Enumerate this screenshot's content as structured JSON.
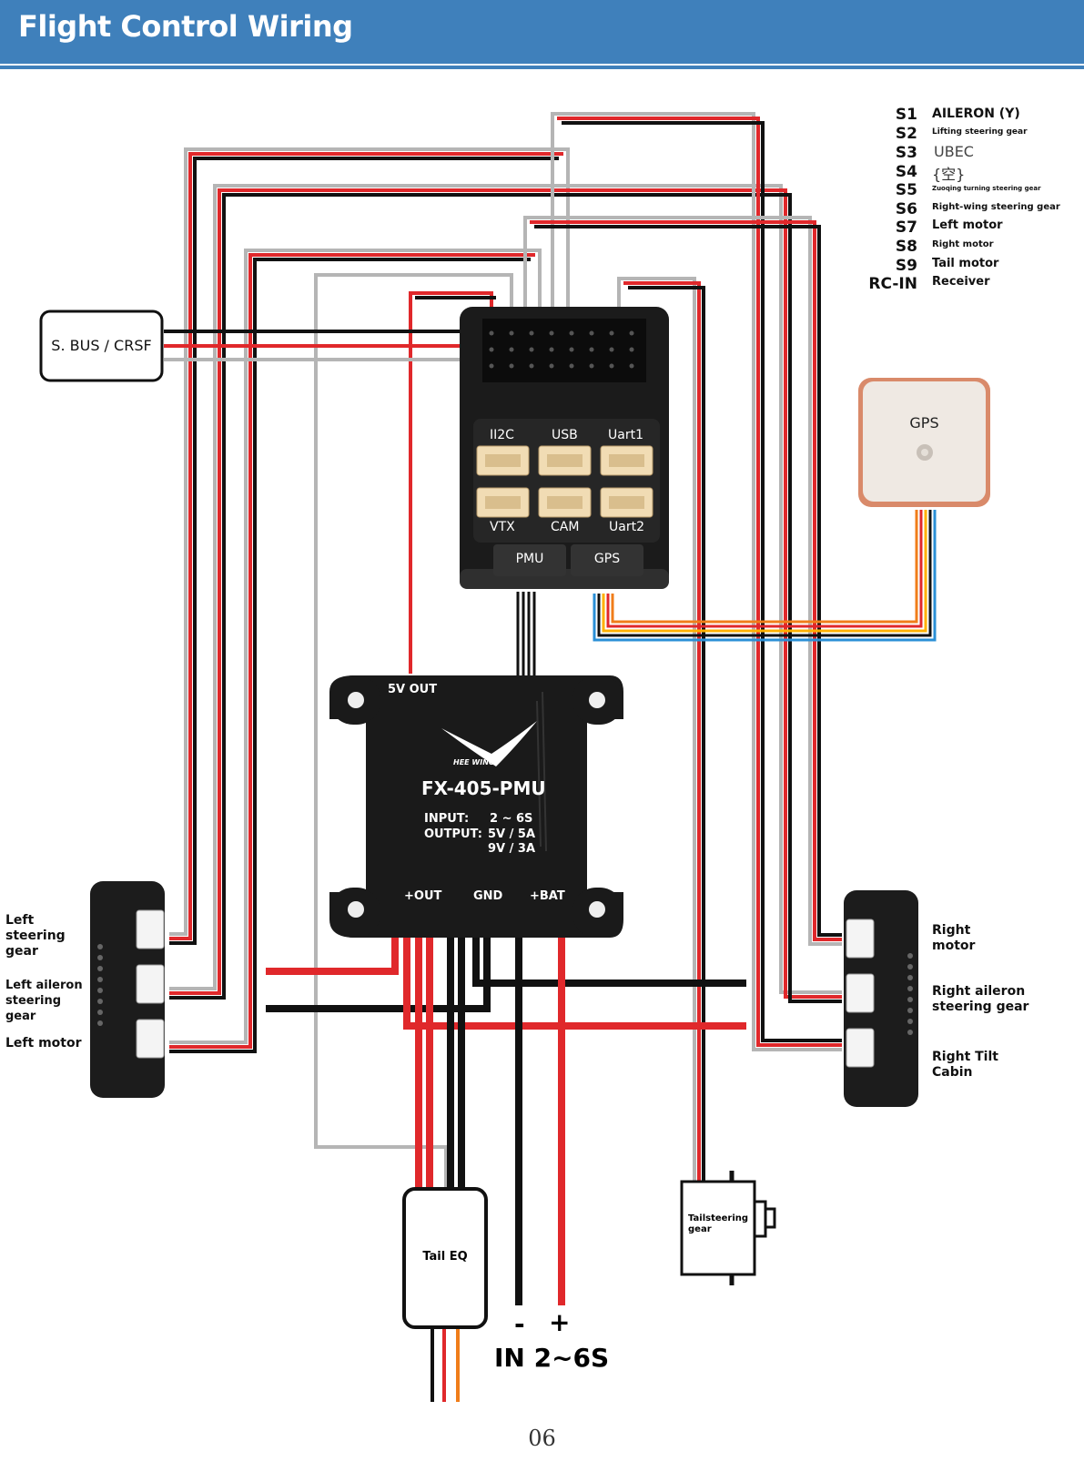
{
  "header": {
    "title": "Flight Control Wiring"
  },
  "legend": [
    {
      "code": "S1",
      "desc": "AILERON (Y)"
    },
    {
      "code": "S2",
      "desc": "Lifting steering gear"
    },
    {
      "code": "S3",
      "desc": "UBEC"
    },
    {
      "code": "S4",
      "desc": "{空}"
    },
    {
      "code": "S5",
      "desc": "Zuoqing turning steering gear"
    },
    {
      "code": "S6",
      "desc": "Right-wing steering gear"
    },
    {
      "code": "S7",
      "desc": "Left motor"
    },
    {
      "code": "S8",
      "desc": "Right motor"
    },
    {
      "code": "S9",
      "desc": "Tail motor"
    },
    {
      "code": "RC-IN",
      "desc": "Receiver"
    }
  ],
  "receiver": {
    "label": "S. BUS / CRSF"
  },
  "fc_ports": {
    "top": [
      "II2C",
      "USB",
      "Uart1"
    ],
    "bottom": [
      "VTX",
      "CAM",
      "Uart2"
    ],
    "bays": [
      "PMU",
      "GPS"
    ]
  },
  "gps": {
    "label": "GPS"
  },
  "pmu": {
    "model": "FX-405-PMU",
    "brand": "HEE WING",
    "out5v": "5V OUT",
    "input_label": "INPUT:",
    "input_value": "2 ~ 6S",
    "output_label": "OUTPUT:",
    "output_value1": "5V / 5A",
    "output_value2": "9V / 3A",
    "pin_out": "+OUT",
    "pin_gnd": "GND",
    "pin_bat": "+BAT"
  },
  "left_board_labels": [
    "Left steering gear",
    "Left aileron steering gear",
    "Left motor"
  ],
  "right_board_labels": [
    "Right motor",
    "Right aileron steering gear",
    "Right Tilt Cabin"
  ],
  "tail_eq": {
    "label": "Tail EQ"
  },
  "tail_servo": {
    "label": "Tailsteering gear"
  },
  "battery": {
    "minus": "-",
    "plus": "+",
    "label": "IN 2~6S"
  },
  "page_number": "06",
  "colors": {
    "header": "#3f80bb",
    "signal": "#b5b5b5",
    "power": "#e0282b",
    "ground": "#111111",
    "board": "#1c1c1c"
  }
}
